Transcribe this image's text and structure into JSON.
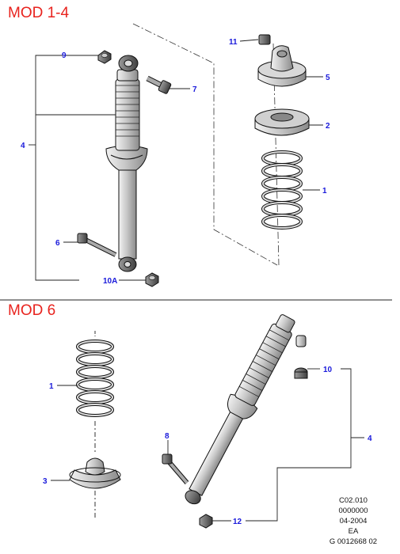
{
  "sections": [
    {
      "title": "MOD 1-4"
    },
    {
      "title": "MOD 6"
    }
  ],
  "callouts": {
    "top": [
      "11",
      "9",
      "7",
      "5",
      "2",
      "4",
      "1",
      "6",
      "10A"
    ],
    "bottom": [
      "1",
      "10",
      "8",
      "4",
      "3",
      "12"
    ]
  },
  "meta": [
    "C02.010",
    "0000000",
    "04-2004",
    "EA",
    "G 0012668 02"
  ],
  "colors": {
    "heading": "#e8231e",
    "callout": "#1a1adb"
  }
}
